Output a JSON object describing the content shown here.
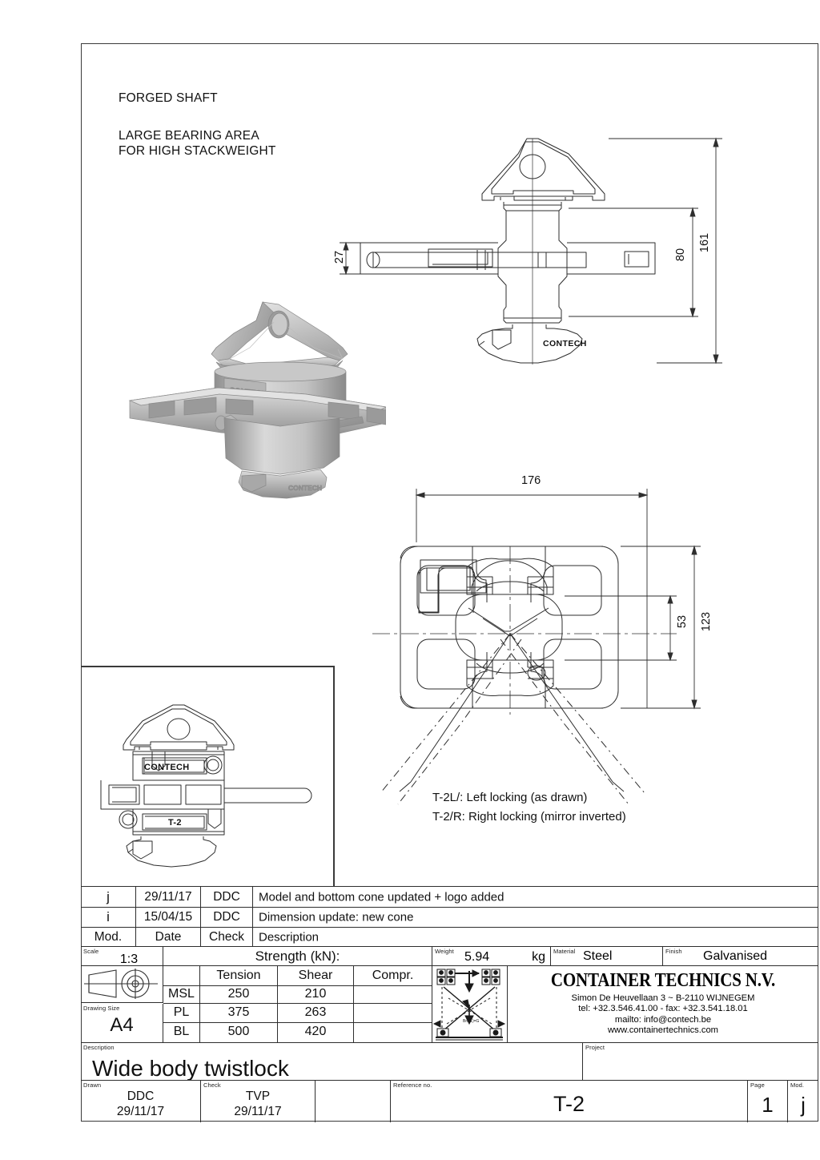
{
  "notes": {
    "forged_shaft": "FORGED SHAFT",
    "bearing_area_line1": "LARGE BEARING AREA",
    "bearing_area_line2": "FOR HIGH STACKWEIGHT"
  },
  "locking_legend": {
    "line1": "T-2L/: Left locking (as drawn)",
    "line2": "T-2/R: Right locking (mirror inverted)"
  },
  "dimensions": {
    "front_height_total": "161",
    "front_height_body": "80",
    "shaft_diameter": "27",
    "plan_width": "176",
    "plan_depth_total": "123",
    "plan_depth_inner": "53"
  },
  "part_marks": {
    "brand_top": "CONTECH",
    "brand_bottom": "CONTECH",
    "part_code": "T-2"
  },
  "revisions": {
    "header": {
      "mod": "Mod.",
      "date": "Date",
      "check": "Check",
      "description": "Description"
    },
    "rows": [
      {
        "mod": "j",
        "date": "29/11/17",
        "check": "DDC",
        "description": "Model and bottom cone updated + logo added"
      },
      {
        "mod": "i",
        "date": "15/04/15",
        "check": "DDC",
        "description": "Dimension update: new cone"
      }
    ]
  },
  "titleblock": {
    "scale_label": "Scale",
    "scale_value": "1:3",
    "strength_header": "Strength (kN):",
    "weight_label": "Weight",
    "weight_value": "5.94",
    "weight_unit": "kg",
    "material_label": "Material",
    "material_value": "Steel",
    "finish_label": "Finish",
    "finish_value": "Galvanised",
    "drawing_size_label": "Drawing Size",
    "drawing_size_value": "A4",
    "description_label": "Description",
    "description_value": "Wide body twistlock",
    "project_label": "Project",
    "project_value": "",
    "drawn_label": "Drawn",
    "drawn_by": "DDC",
    "drawn_date": "29/11/17",
    "check_label": "Check",
    "check_by": "TVP",
    "check_date": "29/11/17",
    "reference_label": "Reference no.",
    "reference_value": "T-2",
    "page_label": "Page",
    "page_value": "1",
    "mod_label": "Mod.",
    "mod_value": "j"
  },
  "strength_table": {
    "columns": [
      "",
      "Tension",
      "Shear",
      "Compr."
    ],
    "rows": [
      {
        "label": "MSL",
        "tension": "250",
        "shear": "210",
        "compr": ""
      },
      {
        "label": "PL",
        "tension": "375",
        "shear": "263",
        "compr": ""
      },
      {
        "label": "BL",
        "tension": "500",
        "shear": "420",
        "compr": ""
      }
    ]
  },
  "company": {
    "name": "CONTAINER TECHNICS N.V.",
    "address": "Simon De Heuvellaan 3 ~ B-2110 WIJNEGEM",
    "phone": "tel: +32.3.546.41.00 - fax: +32.3.541.18.01",
    "mail": "mailto: info@contech.be",
    "web": "www.containertechnics.com"
  },
  "colors": {
    "line": "#2e2e2e",
    "text": "#111111",
    "render_light": "#d8d8d8",
    "render_mid": "#b4b4b4",
    "render_dark": "#8d8d8d",
    "paper": "#ffffff"
  }
}
